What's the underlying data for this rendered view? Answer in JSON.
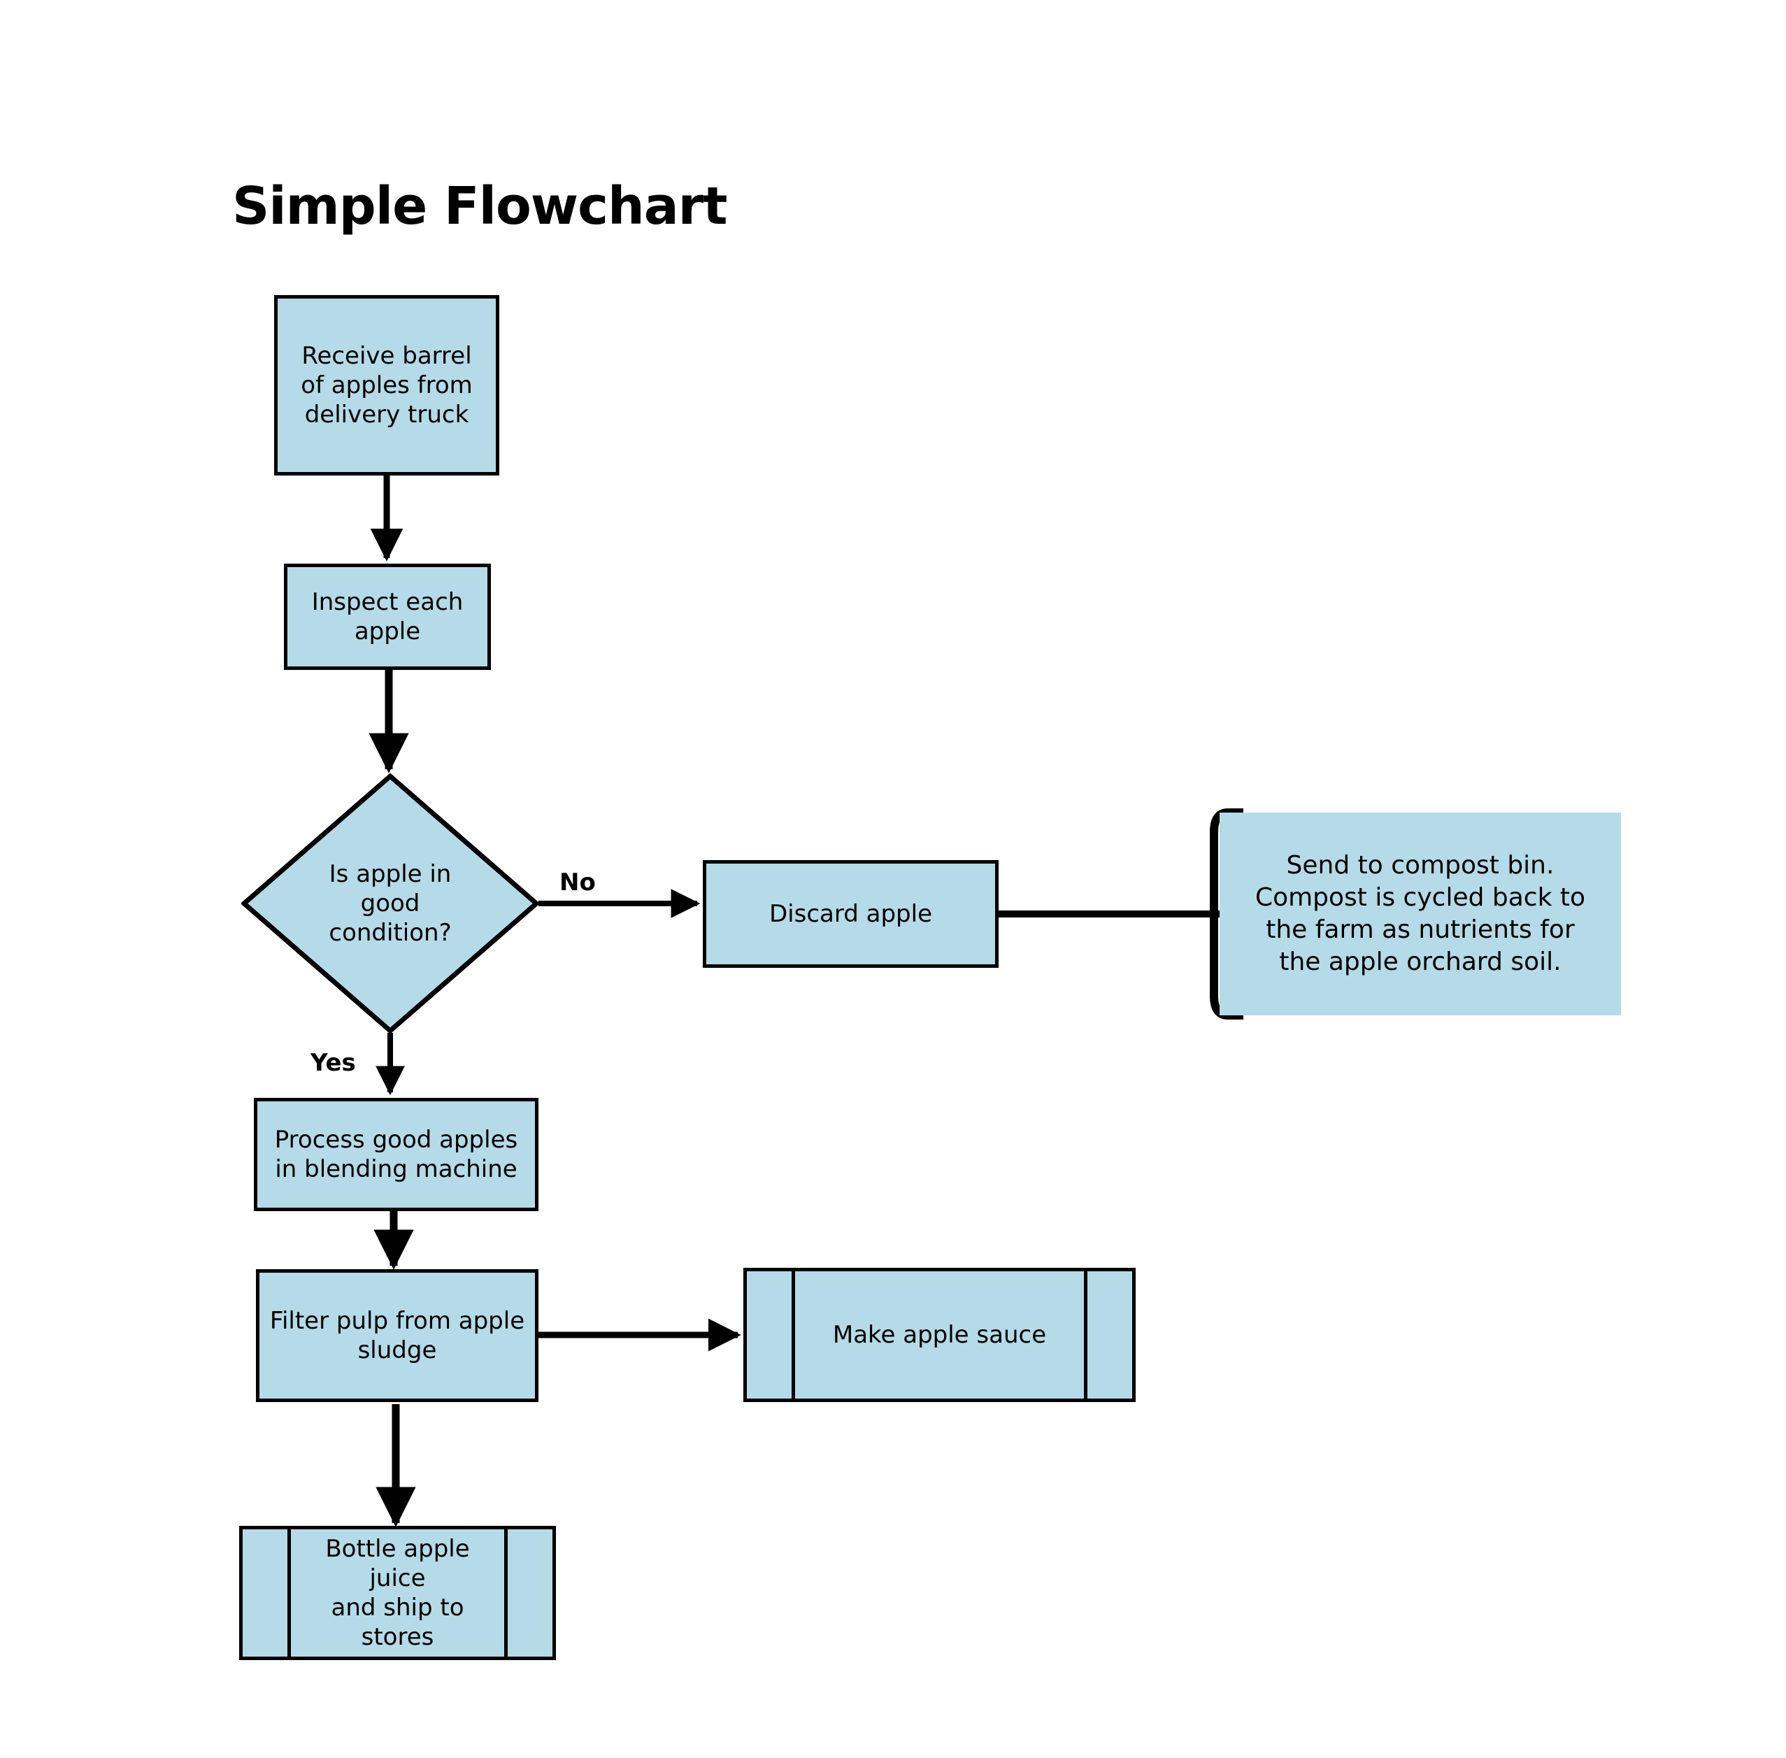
{
  "page": {
    "title": "Simple Flowchart",
    "background_color": "#ffffff",
    "node_fill_color": "#b4dbe7",
    "node_stroke_color": "#000000",
    "text_color": "#000000"
  },
  "nodes": [
    {
      "id": "receive",
      "shape": "process",
      "label": "Receive barrel\nof apples from\ndelivery truck"
    },
    {
      "id": "inspect",
      "shape": "process",
      "label": "Inspect each\napple"
    },
    {
      "id": "decision",
      "shape": "decision",
      "label": "Is apple in\ngood\ncondition?"
    },
    {
      "id": "discard",
      "shape": "process",
      "label": "Discard apple"
    },
    {
      "id": "compost_note",
      "shape": "annotation",
      "label": "Send to compost bin.\nCompost is cycled back to\nthe farm as nutrients for\nthe apple orchard soil."
    },
    {
      "id": "process_good",
      "shape": "process",
      "label": "Process good apples\nin blending machine"
    },
    {
      "id": "filter_pulp",
      "shape": "process",
      "label": "Filter pulp from apple\nsludge"
    },
    {
      "id": "apple_sauce",
      "shape": "predefined-process",
      "label": "Make apple sauce"
    },
    {
      "id": "bottle_juice",
      "shape": "predefined-process",
      "label": "Bottle apple juice\nand ship to stores"
    }
  ],
  "edges": [
    {
      "id": "e1",
      "from": "receive",
      "to": "inspect",
      "label": ""
    },
    {
      "id": "e2",
      "from": "inspect",
      "to": "decision",
      "label": ""
    },
    {
      "id": "e3",
      "from": "decision",
      "to": "discard",
      "label": "No"
    },
    {
      "id": "e4",
      "from": "decision",
      "to": "process_good",
      "label": "Yes"
    },
    {
      "id": "e5",
      "from": "discard",
      "to": "compost_note",
      "label": ""
    },
    {
      "id": "e6",
      "from": "process_good",
      "to": "filter_pulp",
      "label": ""
    },
    {
      "id": "e7",
      "from": "filter_pulp",
      "to": "apple_sauce",
      "label": ""
    },
    {
      "id": "e8",
      "from": "filter_pulp",
      "to": "bottle_juice",
      "label": ""
    }
  ],
  "edge_labels": {
    "no": "No",
    "yes": "Yes"
  }
}
